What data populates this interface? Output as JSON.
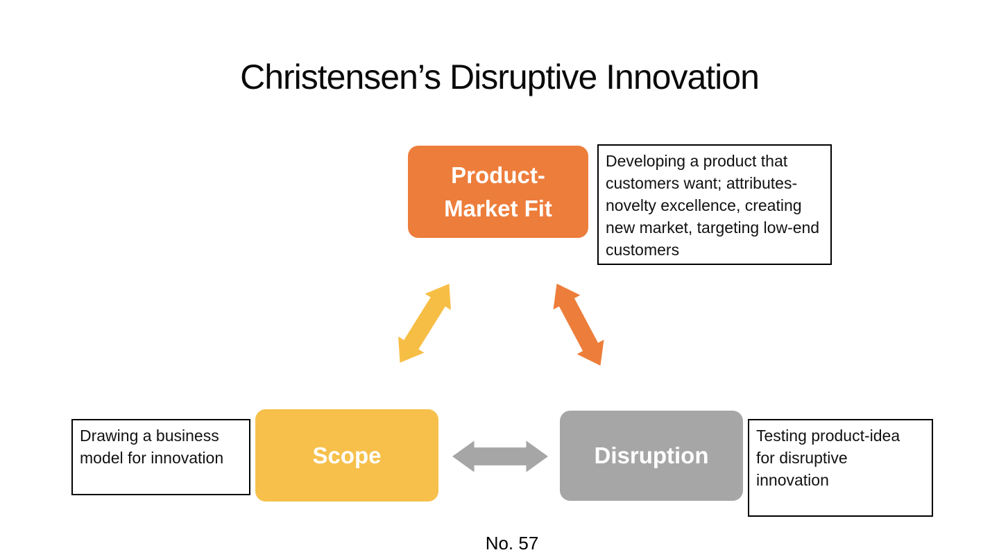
{
  "slide": {
    "title": "Christensen’s Disruptive Innovation",
    "page_number": "No. 57"
  },
  "diagram": {
    "nodes": [
      {
        "id": "product_market_fit",
        "label": "Product-Market Fit",
        "fill": "#ED7D3B",
        "description": "Developing a product that customers want; attributes-novelty excellence, creating new market, targeting low-end customers"
      },
      {
        "id": "scope",
        "label": "Scope",
        "fill": "#F6C04B",
        "description": "Drawing a business model for innovation"
      },
      {
        "id": "disruption",
        "label": "Disruption",
        "fill": "#A6A6A6",
        "description": "Testing product-idea for disruptive innovation"
      }
    ],
    "connectors": [
      {
        "id": "scope_pmf",
        "between": [
          "Scope",
          "Product-Market Fit"
        ],
        "style": "double-arrow",
        "color": "#F7BE45"
      },
      {
        "id": "pmf_disruption",
        "between": [
          "Product-Market Fit",
          "Disruption"
        ],
        "style": "double-arrow",
        "color": "#ED7D3B"
      },
      {
        "id": "scope_disruption",
        "between": [
          "Scope",
          "Disruption"
        ],
        "style": "double-arrow",
        "color": "#A6A6A6"
      }
    ]
  }
}
